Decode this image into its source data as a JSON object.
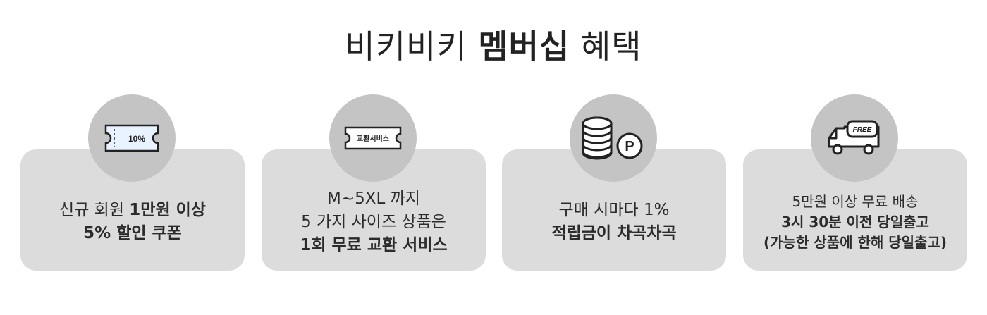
{
  "title": {
    "light1": "비키비키 ",
    "bold": "멤버십",
    "light2": " 혜택"
  },
  "cards": [
    {
      "icon": "coupon-icon",
      "icon_text": "10%",
      "lines": {
        "l1a": "신규 회원 ",
        "l1b": "1만원 이상",
        "l2": "5% 할인 쿠폰"
      }
    },
    {
      "icon": "exchange-ticket-icon",
      "icon_text": "교환서비스",
      "lines": {
        "l1": "M~5XL 까지",
        "l2": "5 가지 사이즈 상품은",
        "l3": "1회 무료 교환 서비스"
      }
    },
    {
      "icon": "coins-point-icon",
      "icon_text": "P",
      "lines": {
        "l1": "구매 시마다 1%",
        "l2": "적립금이 차곡차곡"
      }
    },
    {
      "icon": "delivery-truck-icon",
      "icon_text": "FREE",
      "lines": {
        "l1": "5만원 이상 무료 배송",
        "l2": "3시 30분 이전 당일출고",
        "l3": "(가능한 상품에 한해 당일출고)"
      }
    }
  ]
}
